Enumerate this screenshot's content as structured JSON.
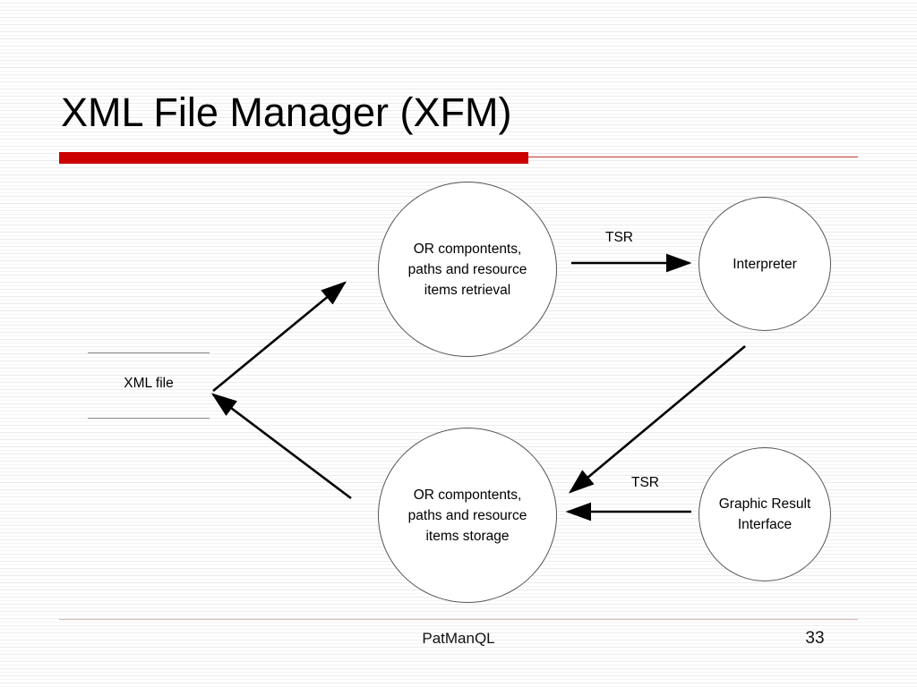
{
  "slide": {
    "title": "XML File Manager (XFM)",
    "accent_color": "#cc0000",
    "rule_color": "#c0392b",
    "background_color": "#ffffff"
  },
  "diagram": {
    "nodes": [
      {
        "id": "xml-file",
        "label": "XML file",
        "shape": "file"
      },
      {
        "id": "retrieval",
        "label": "OR compontents, paths and resource items retrieval",
        "shape": "circle"
      },
      {
        "id": "storage",
        "label": "OR compontents, paths and resource items storage",
        "shape": "circle"
      },
      {
        "id": "interpreter",
        "label": "Interpreter",
        "shape": "circle"
      },
      {
        "id": "graphic-result-interface",
        "label": "Graphic Result Interface",
        "shape": "circle"
      }
    ],
    "node_lines": {
      "retrieval": [
        "OR compontents,",
        "paths and resource",
        "items retrieval"
      ],
      "storage": [
        "OR compontents,",
        "paths and resource",
        "items storage"
      ],
      "interpreter": [
        "Interpreter"
      ],
      "graphic": [
        "Graphic Result",
        "Interface"
      ],
      "xml_file": "XML file"
    },
    "edges": [
      {
        "from": "xml-file",
        "to": "retrieval",
        "label": ""
      },
      {
        "from": "retrieval",
        "to": "interpreter",
        "label": "TSR"
      },
      {
        "from": "interpreter",
        "to": "storage",
        "label": ""
      },
      {
        "from": "graphic-result-interface",
        "to": "storage",
        "label": "TSR"
      },
      {
        "from": "storage",
        "to": "xml-file",
        "label": ""
      }
    ],
    "edge_labels": {
      "top": "TSR",
      "bottom": "TSR"
    }
  },
  "footer": {
    "center": "PatManQL",
    "page_number": "33"
  }
}
